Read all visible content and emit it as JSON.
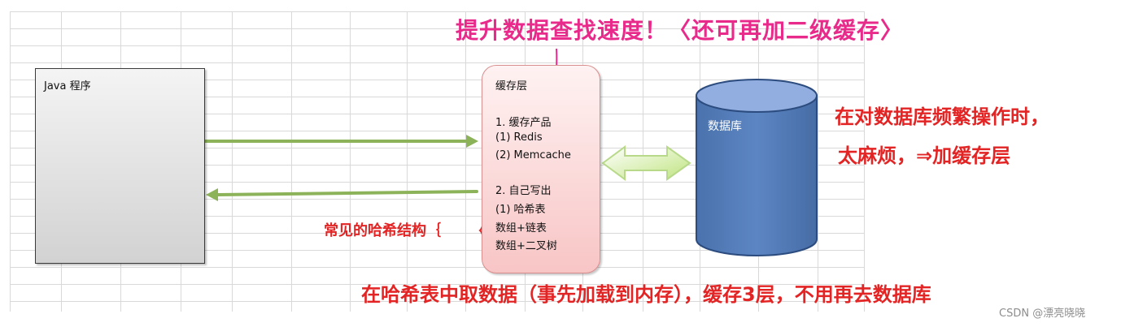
{
  "diagram": {
    "java_box": {
      "label": "Java 程序"
    },
    "cache_box": {
      "lines": [
        "缓存层",
        "1. 缓存产品",
        "(1) Redis",
        "(2) Memcache",
        "2. 自己写出",
        "(1) 哈希表",
        "数组+链表",
        "数组+二叉树"
      ]
    },
    "database": {
      "label": "数据库"
    },
    "annotations": {
      "top": "提升数据查找速度！〈还可再加二级缓存〉",
      "right_line1": "在对数据库频繁操作时，",
      "right_line2": "太麻烦，⇒加缓存层",
      "left": "常见的哈希结构｛",
      "bottom": "在哈希表中取数据（事先加载到内存），缓存3层，不用再去数据库"
    },
    "watermark": "CSDN @漂亮晓晓"
  }
}
